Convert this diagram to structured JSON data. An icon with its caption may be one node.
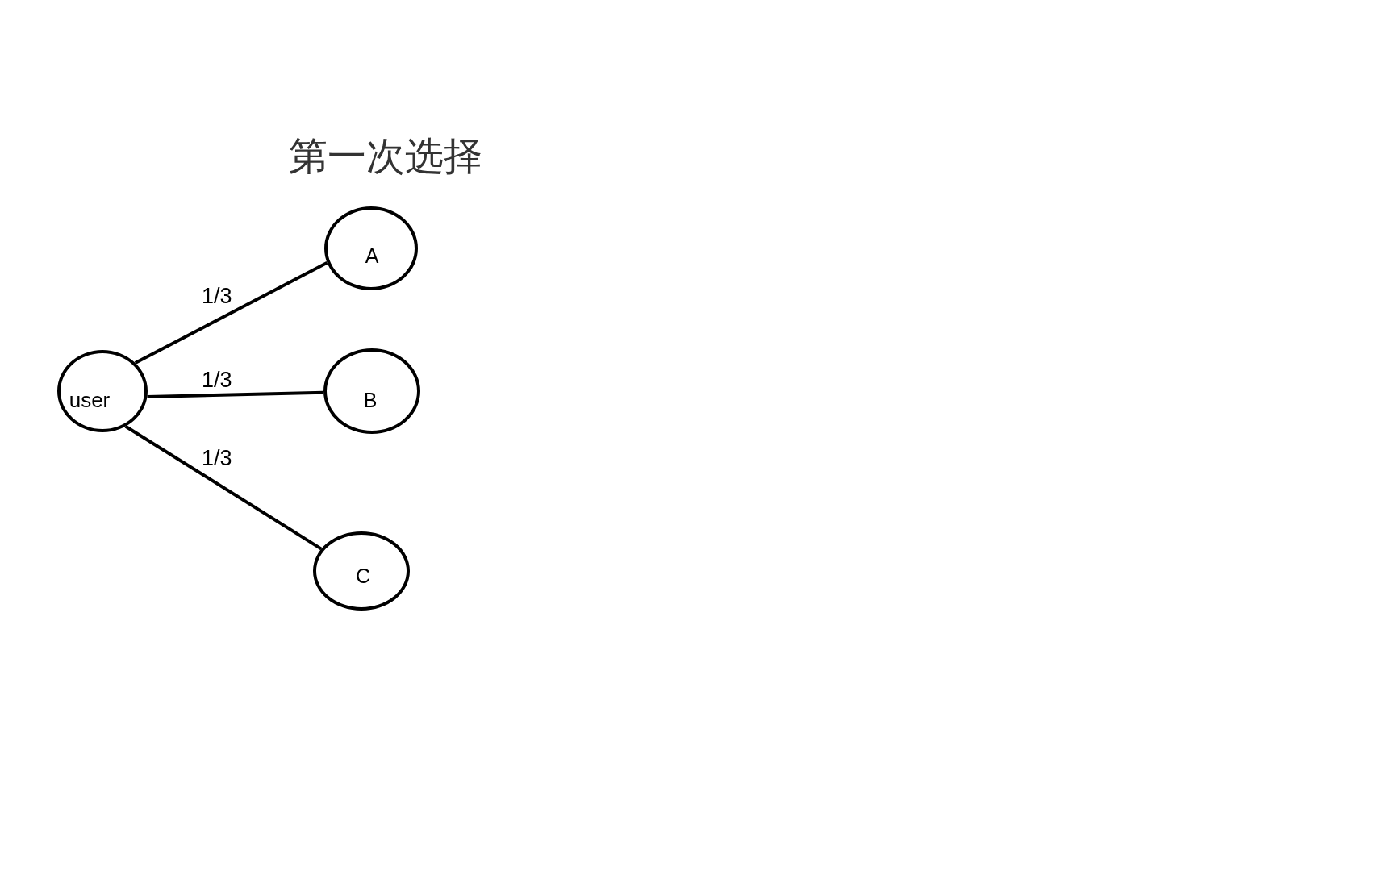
{
  "diagram": {
    "title": "第一次选择",
    "nodes": [
      {
        "text": [
          "user"
        ]
      },
      {
        "text": [
          "A"
        ]
      },
      {
        "text": [
          "B"
        ]
      },
      {
        "text": [
          "C"
        ]
      }
    ],
    "edges": [
      {
        "from": 0,
        "to": 1,
        "arrow": "none",
        "label": "1/3"
      },
      {
        "from": 0,
        "to": 2,
        "arrow": "none",
        "label": "1/3"
      },
      {
        "from": 0,
        "to": 3,
        "arrow": "none",
        "label": "1/3"
      }
    ]
  }
}
